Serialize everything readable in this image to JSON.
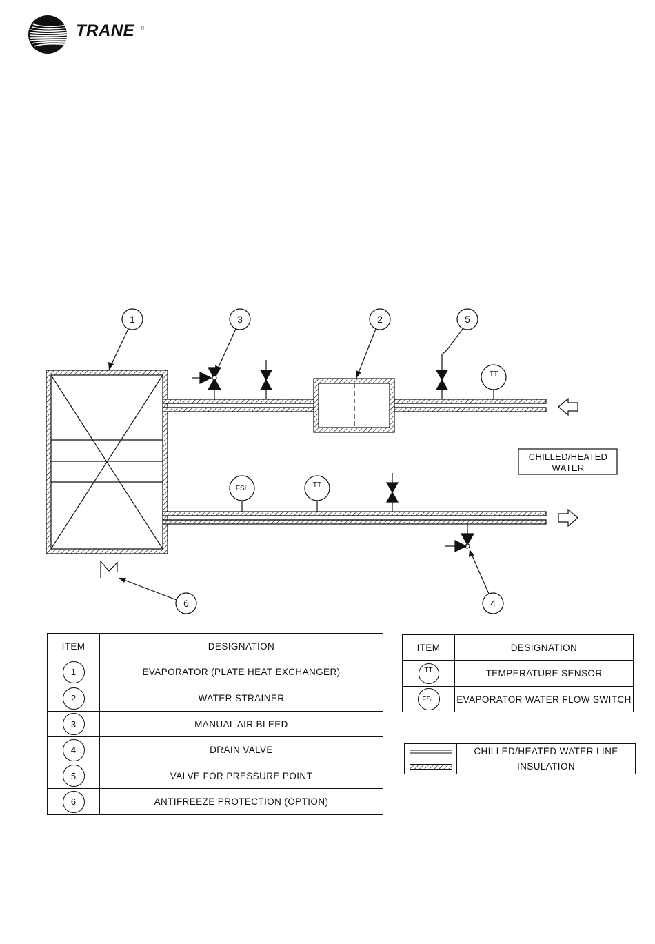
{
  "brand": {
    "name": "TRANE",
    "mark": "®"
  },
  "callouts": [
    "1",
    "2",
    "3",
    "4",
    "5",
    "6"
  ],
  "instruments": {
    "tt": "TT",
    "fsl": "FSL"
  },
  "flow_label": {
    "line1": "CHILLED/HEATED",
    "line2": "WATER"
  },
  "items_table": {
    "headers": [
      "ITEM",
      "DESIGNATION"
    ],
    "rows": [
      {
        "item": "1",
        "designation": "EVAPORATOR (PLATE HEAT EXCHANGER)"
      },
      {
        "item": "2",
        "designation": "WATER STRAINER"
      },
      {
        "item": "3",
        "designation": "MANUAL AIR BLEED"
      },
      {
        "item": "4",
        "designation": "DRAIN VALVE"
      },
      {
        "item": "5",
        "designation": "VALVE FOR PRESSURE POINT"
      },
      {
        "item": "6",
        "designation": "ANTIFREEZE PROTECTION (OPTION)"
      }
    ]
  },
  "symbols_table": {
    "headers": [
      "ITEM",
      "DESIGNATION"
    ],
    "rows": [
      {
        "item": "TT",
        "designation": "TEMPERATURE SENSOR"
      },
      {
        "item": "FSL",
        "designation": "EVAPORATOR WATER FLOW SWITCH"
      }
    ]
  },
  "lines_table": {
    "rows": [
      {
        "sample": "double-line",
        "designation": "CHILLED/HEATED WATER LINE"
      },
      {
        "sample": "hatched",
        "designation": "INSULATION"
      }
    ]
  }
}
